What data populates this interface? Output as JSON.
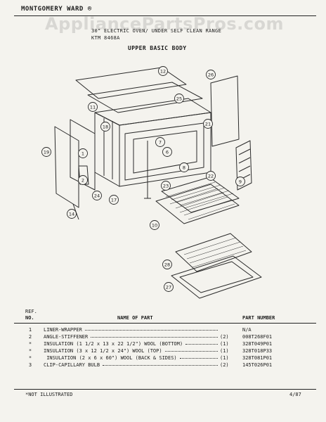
{
  "header": {
    "brand": "MONTGOMERY WARD ®",
    "watermark": "AppliancePartsPros.com",
    "title_line1": "30\" ELECTRIC OVEN/ UNDER SELF CLEAN RANGE",
    "title_line2": "KTM 8468A",
    "section": "UPPER BASIC BODY"
  },
  "diagram": {
    "callouts": [
      "12",
      "26",
      "11",
      "25",
      "18",
      "21",
      "7",
      "6",
      "19",
      "1",
      "8",
      "2",
      "9",
      "22",
      "23",
      "24",
      "17",
      "14",
      "10",
      "28",
      "27"
    ]
  },
  "table": {
    "col_ref": "REF.",
    "col_no": "NO.",
    "col_name": "NAME OF PART",
    "col_part": "PART NUMBER",
    "rows": [
      {
        "ref": "1",
        "name": "LINER-WRAPPER",
        "qty": "",
        "part": "N/A"
      },
      {
        "ref": "2",
        "name": "ANGLE-STIFFENER",
        "qty": "(2)",
        "part": "008T268F01"
      },
      {
        "ref": "*",
        "name": "INSULATION (1 1/2 x 13 x 22 1/2\") WOOL (BOTTOM)",
        "qty": "(1)",
        "part": "328T049P01"
      },
      {
        "ref": "*",
        "name": "INSULATION (3 x 12 1/2 x 24\") WOOL (TOP)",
        "qty": "(1)",
        "part": "328T018P33"
      },
      {
        "ref": "*",
        "name": " INSULATION (2 x 6 x 60\") WOOL (BACK & SIDES)",
        "qty": "(1)",
        "part": "328T081P01"
      },
      {
        "ref": "3",
        "name": "CLIP-CAPILLARY BULB",
        "qty": "(2)",
        "part": "145T026P01"
      }
    ]
  },
  "footer": {
    "note": "*NOT ILLUSTRATED",
    "date": "4/87"
  }
}
